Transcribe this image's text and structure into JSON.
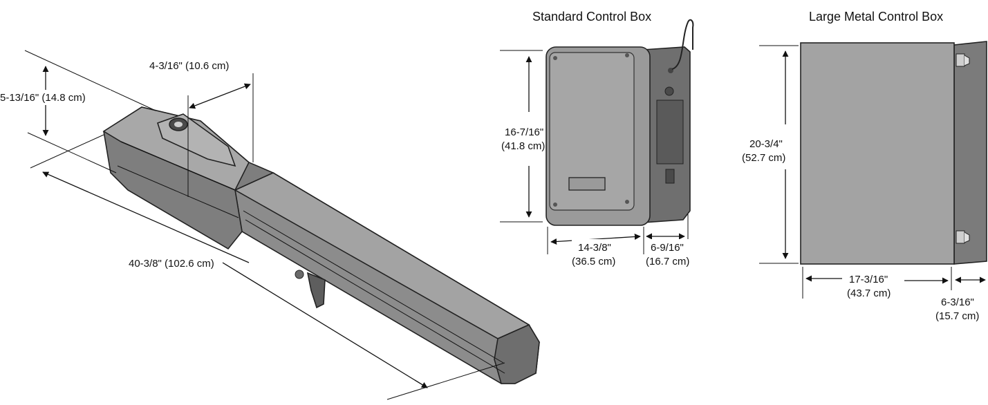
{
  "colors": {
    "housing_light": "#9a9a9a",
    "housing_mid": "#7b7b7b",
    "housing_dark": "#5e5e5e",
    "outline": "#222222",
    "background": "#ffffff"
  },
  "operator": {
    "height_label": "5-13/16\" (14.8 cm)",
    "width_label": "4-3/16\" (10.6 cm)",
    "length_label": "40-3/8\" (102.6 cm)"
  },
  "standard_box": {
    "title": "Standard Control Box",
    "height_line1": "16-7/16\"",
    "height_line2": "(41.8 cm)",
    "width_line1": "14-3/8\"",
    "width_line2": "(36.5 cm)",
    "depth_line1": "6-9/16\"",
    "depth_line2": "(16.7 cm)"
  },
  "metal_box": {
    "title": "Large Metal Control Box",
    "height_line1": "20-3/4\"",
    "height_line2": "(52.7 cm)",
    "width_line1": "17-3/16\"",
    "width_line2": "(43.7 cm)",
    "depth_line1": "6-3/16\"",
    "depth_line2": "(15.7 cm)"
  }
}
